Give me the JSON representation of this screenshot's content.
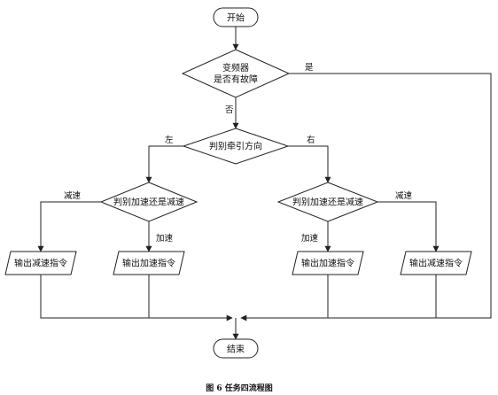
{
  "nodes": {
    "start": "开始",
    "fault_check": [
      "变频器",
      "是否有故障"
    ],
    "direction_check": "判别牵引方向",
    "left_accel_check": "判别加速还是减速",
    "right_accel_check": "判别加速还是减速",
    "out_decel_left": "输出减速指令",
    "out_accel_left": "输出加速指令",
    "out_accel_right": "输出加速指令",
    "out_decel_right": "输出减速指令",
    "end": "结束"
  },
  "edge_labels": {
    "yes": "是",
    "no": "否",
    "left": "左",
    "right": "右",
    "decel_left": "减速",
    "accel_left": "加速",
    "accel_right": "加速",
    "decel_right": "减速"
  },
  "caption": "图 6  任务四流程图"
}
